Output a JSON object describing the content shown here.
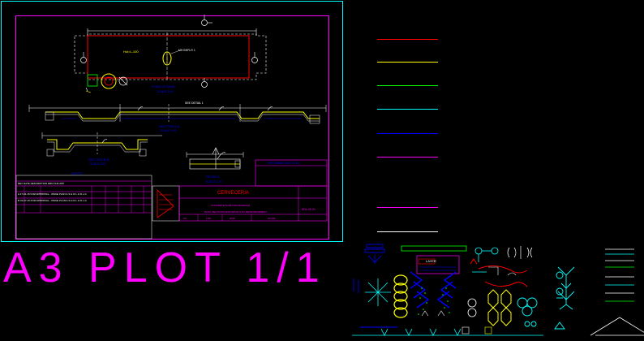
{
  "plot_title": "A3 PLOT 1/1",
  "drawing": {
    "slab_label": "Hol=L-100",
    "manhole_label": "MH BHFLR 1",
    "plan_title": "PLAN OF SLAB",
    "plan_scale": "SCALE 1:50",
    "section_a_title": "SECTION A-A",
    "section_a_scale": "SCALE 1:50",
    "section_b_title": "SECTION B-B",
    "section_b_scale": "SCALE 1:50",
    "detail_title": "DETAIL 1",
    "detail_scale": "SCALE 1:10",
    "detail_note": "SEE DETAIL 1",
    "notes_title": "NOTES",
    "info_box": "INFORMATION TITLE",
    "rev_rows": [
      "A  27-01-15  FOR APPROVAL - ISSUE  PLAN  A.S.G  R.L.G  D.L.G",
      "B  31-07-15  FOR APPROVAL - ISSUE  PLAN  A.S.G  R.L.G  D.L.G"
    ],
    "rev_header": "REV  DATE  DESCRIPTION  DRN  CHK  APP",
    "project_name": "CERVECERIA",
    "drawing_name": "CONCRETE SLAB FOR MANHOLE",
    "drawing_sub": "PLAN, SECTIONS AND DETAILS OF REINFORCEMENT",
    "drawing_no": "SDL-01-01",
    "footer_cells": [
      "A3",
      "1:50",
      "2015",
      "ST-001"
    ]
  },
  "layer_colors": [
    "#ff0000",
    "#ffff00",
    "#00ff00",
    "#00ffff",
    "#0000ff",
    "#ff00ff",
    "#ff00ff",
    "#ffffff"
  ],
  "legend_box_label": "LAYER",
  "colors": {
    "frame": "#00ffff",
    "border": "#ff00ff",
    "red": "#ff0000",
    "yellow": "#ffff00",
    "green": "#00ff00",
    "blue": "#0000ff",
    "white": "#ffffff"
  }
}
